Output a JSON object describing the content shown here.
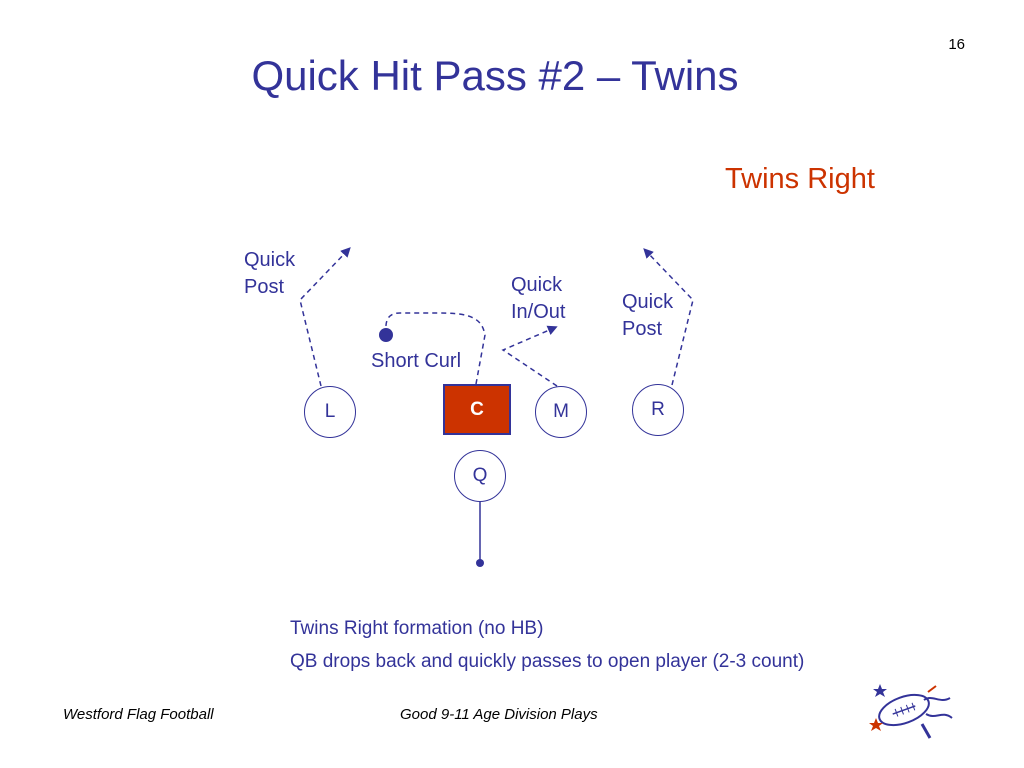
{
  "slide": {
    "number": "16",
    "title": "Quick Hit Pass #2 – Twins",
    "formation_label": "Twins Right"
  },
  "routes": {
    "left_label_line1": "Quick",
    "left_label_line2": "Post",
    "middle_label_line1": "Quick",
    "middle_label_line2": "In/Out",
    "right_label_line1": "Quick",
    "right_label_line2": "Post",
    "curl_label": "Short Curl"
  },
  "players": {
    "left": "L",
    "center": "C",
    "middle": "M",
    "right": "R",
    "quarterback": "Q"
  },
  "notes": [
    "Twins Right formation (no HB)",
    "QB drops back and quickly passes to open player (2-3 count)"
  ],
  "footer": {
    "left": "Westford Flag Football",
    "center": "Good 9-11 Age Division Plays"
  },
  "colors": {
    "primary": "#333399",
    "accent": "#cc3300"
  }
}
